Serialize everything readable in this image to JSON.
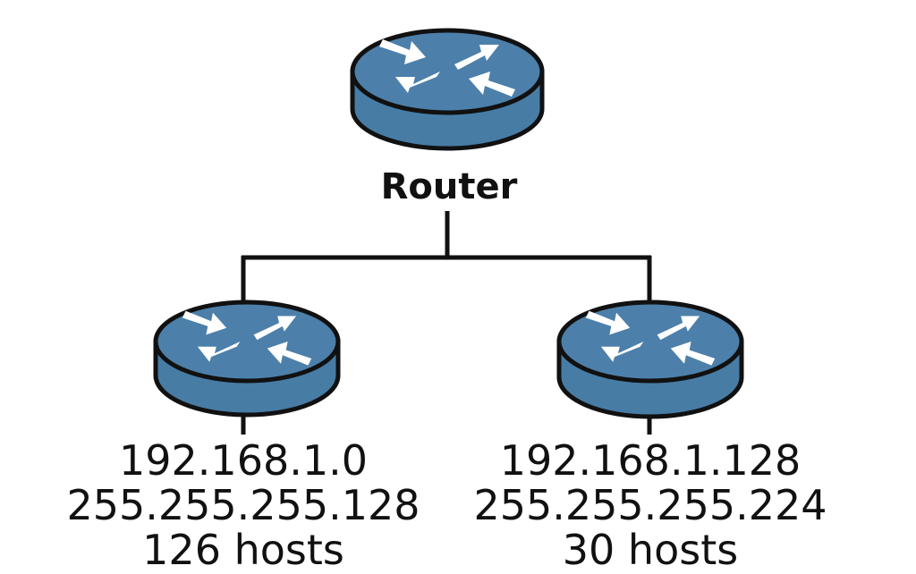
{
  "diagram": {
    "router": {
      "label": "Router"
    },
    "subnets": [
      {
        "network": "192.168.1.0",
        "mask": "255.255.255.128",
        "hosts": "126 hosts"
      },
      {
        "network": "192.168.1.128",
        "mask": "255.255.255.224",
        "hosts": "30 hosts"
      }
    ]
  },
  "colors": {
    "router_fill": "#477ca5",
    "outline": "#111111",
    "arrows": "#ffffff"
  },
  "icons": {
    "router": "router-icon"
  }
}
